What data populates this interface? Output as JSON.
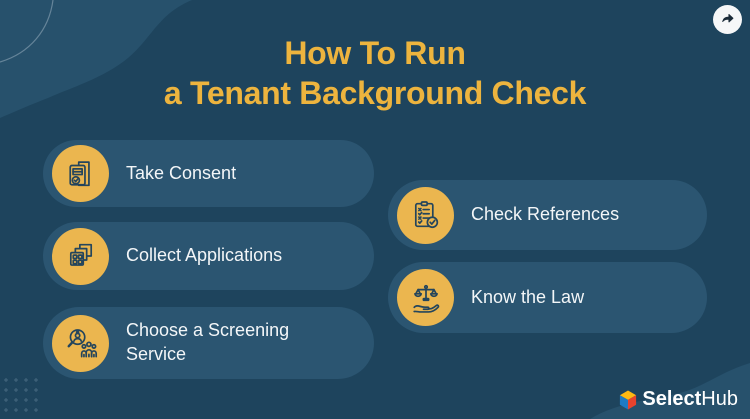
{
  "title": {
    "line1": "How To Run",
    "line2": "a Tenant Background Check"
  },
  "steps": [
    {
      "label": "Take Consent",
      "icon": "consent-document-icon"
    },
    {
      "label": "Collect Applications",
      "icon": "applications-stack-icon"
    },
    {
      "label": "Choose a Screening Service",
      "icon": "screening-magnifier-icon"
    },
    {
      "label": "Check References",
      "icon": "references-checklist-icon"
    },
    {
      "label": "Know the Law",
      "icon": "law-scales-icon"
    }
  ],
  "header": {
    "share_icon": "share-arrow"
  },
  "brand": {
    "bold": "Select",
    "regular": "Hub"
  },
  "colors": {
    "background": "#1E445D",
    "blob": "#27516C",
    "card": "#2B5571",
    "accent_gold": "#EBB64F",
    "title_gold": "#EDB43E",
    "text": "#F3F6F8",
    "icon_stroke": "#24455C",
    "dot": "#54748C",
    "logo_yellow": "#FDB913",
    "logo_red": "#E8432D",
    "logo_blue": "#1E7BC4"
  }
}
